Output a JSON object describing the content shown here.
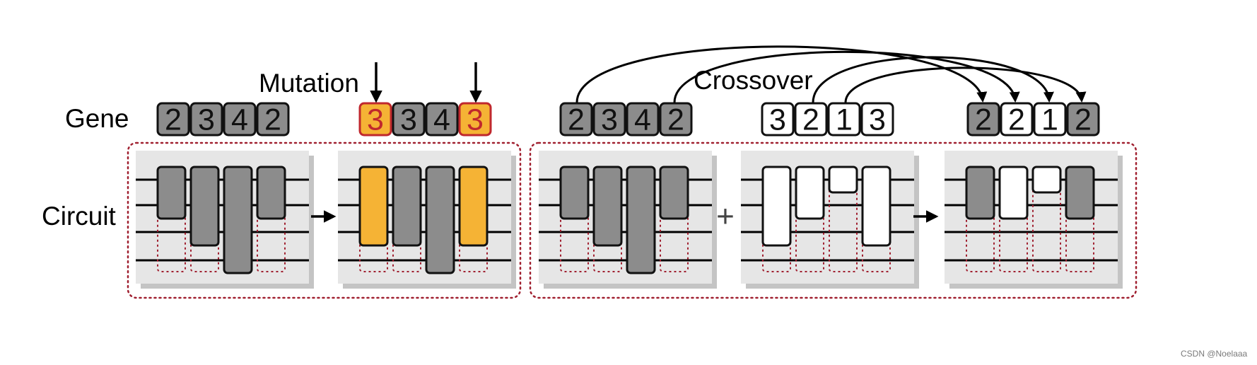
{
  "labels": {
    "gene": "Gene",
    "circuit": "Circuit",
    "mutation": "Mutation",
    "crossover": "Crossover",
    "plus": "+"
  },
  "watermark": "CSDN @Noelaaa",
  "colors": {
    "gray_gene": "#8c8c8c",
    "orange": "#f5b335",
    "mutated_text": "#c0282d",
    "panel": "#e6e6e6",
    "panel_shadow": "#c4c4c4",
    "dotted_frame": "#a02030",
    "white": "#ffffff"
  },
  "genes": {
    "original": [
      {
        "v": "2",
        "s": "gray"
      },
      {
        "v": "3",
        "s": "gray"
      },
      {
        "v": "4",
        "s": "gray"
      },
      {
        "v": "2",
        "s": "gray"
      }
    ],
    "mutated": [
      {
        "v": "3",
        "s": "mut"
      },
      {
        "v": "3",
        "s": "gray"
      },
      {
        "v": "4",
        "s": "gray"
      },
      {
        "v": "3",
        "s": "mut"
      }
    ],
    "parent_a": [
      {
        "v": "2",
        "s": "gray"
      },
      {
        "v": "3",
        "s": "gray"
      },
      {
        "v": "4",
        "s": "gray"
      },
      {
        "v": "2",
        "s": "gray"
      }
    ],
    "parent_b": [
      {
        "v": "3",
        "s": "white"
      },
      {
        "v": "2",
        "s": "white"
      },
      {
        "v": "1",
        "s": "white"
      },
      {
        "v": "3",
        "s": "white"
      }
    ],
    "offspring": [
      {
        "v": "2",
        "s": "gray"
      },
      {
        "v": "2",
        "s": "white"
      },
      {
        "v": "1",
        "s": "white"
      },
      {
        "v": "2",
        "s": "gray"
      }
    ]
  },
  "circuits": {
    "original": [
      {
        "h": 2,
        "s": "gray"
      },
      {
        "h": 3,
        "s": "gray"
      },
      {
        "h": 4,
        "s": "gray"
      },
      {
        "h": 2,
        "s": "gray"
      }
    ],
    "mutated": [
      {
        "h": 3,
        "s": "orange"
      },
      {
        "h": 3,
        "s": "gray"
      },
      {
        "h": 4,
        "s": "gray"
      },
      {
        "h": 3,
        "s": "orange"
      }
    ],
    "parent_a": [
      {
        "h": 2,
        "s": "gray"
      },
      {
        "h": 3,
        "s": "gray"
      },
      {
        "h": 4,
        "s": "gray"
      },
      {
        "h": 2,
        "s": "gray"
      }
    ],
    "parent_b": [
      {
        "h": 3,
        "s": "white"
      },
      {
        "h": 2,
        "s": "white"
      },
      {
        "h": 1,
        "s": "white"
      },
      {
        "h": 3,
        "s": "white"
      }
    ],
    "offspring": [
      {
        "h": 2,
        "s": "gray"
      },
      {
        "h": 2,
        "s": "white"
      },
      {
        "h": 1,
        "s": "white"
      },
      {
        "h": 2,
        "s": "gray"
      }
    ]
  }
}
